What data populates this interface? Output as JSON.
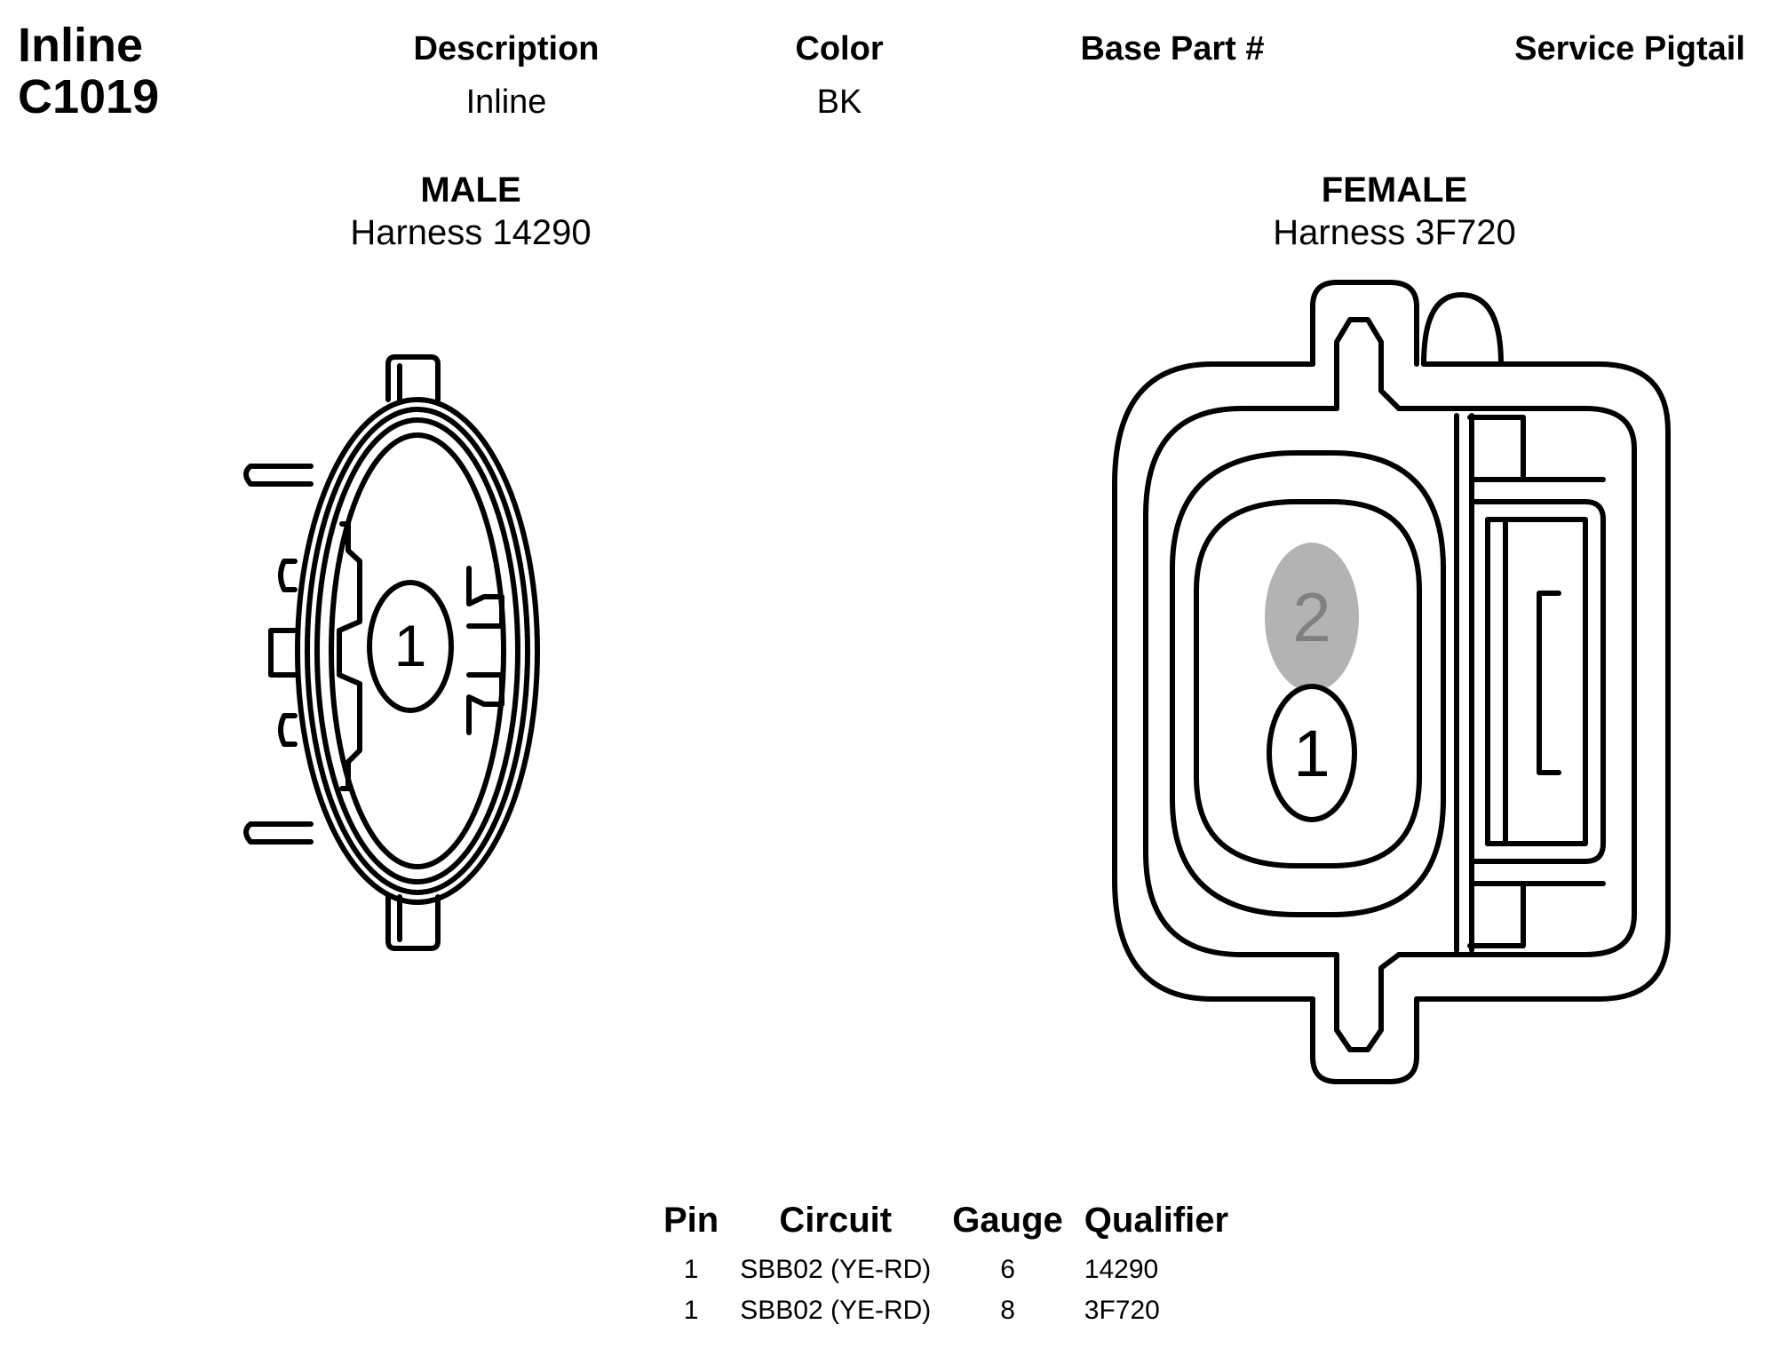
{
  "connector": {
    "title_line1": "Inline",
    "title_line2": "C1019"
  },
  "header": {
    "description_label": "Description",
    "description_value": "Inline",
    "color_label": "Color",
    "color_value": "BK",
    "base_part_label": "Base Part #",
    "base_part_value": "",
    "service_pigtail_label": "Service Pigtail",
    "service_pigtail_value": ""
  },
  "male": {
    "title": "MALE",
    "harness": "Harness 14290",
    "pins": [
      {
        "label": "1",
        "highlighted": false
      }
    ]
  },
  "female": {
    "title": "FEMALE",
    "harness": "Harness 3F720",
    "pins": [
      {
        "label": "2",
        "highlighted": true
      },
      {
        "label": "1",
        "highlighted": false
      }
    ]
  },
  "pin_table": {
    "columns": [
      "Pin",
      "Circuit",
      "Gauge",
      "Qualifier"
    ],
    "rows": [
      [
        "1",
        "SBB02 (YE-RD)",
        "6",
        "14290"
      ],
      [
        "1",
        "SBB02 (YE-RD)",
        "8",
        "3F720"
      ]
    ]
  },
  "colors": {
    "line": "#000000",
    "highlight_fill": "#b3b3b3",
    "highlight_text": "#808080"
  }
}
